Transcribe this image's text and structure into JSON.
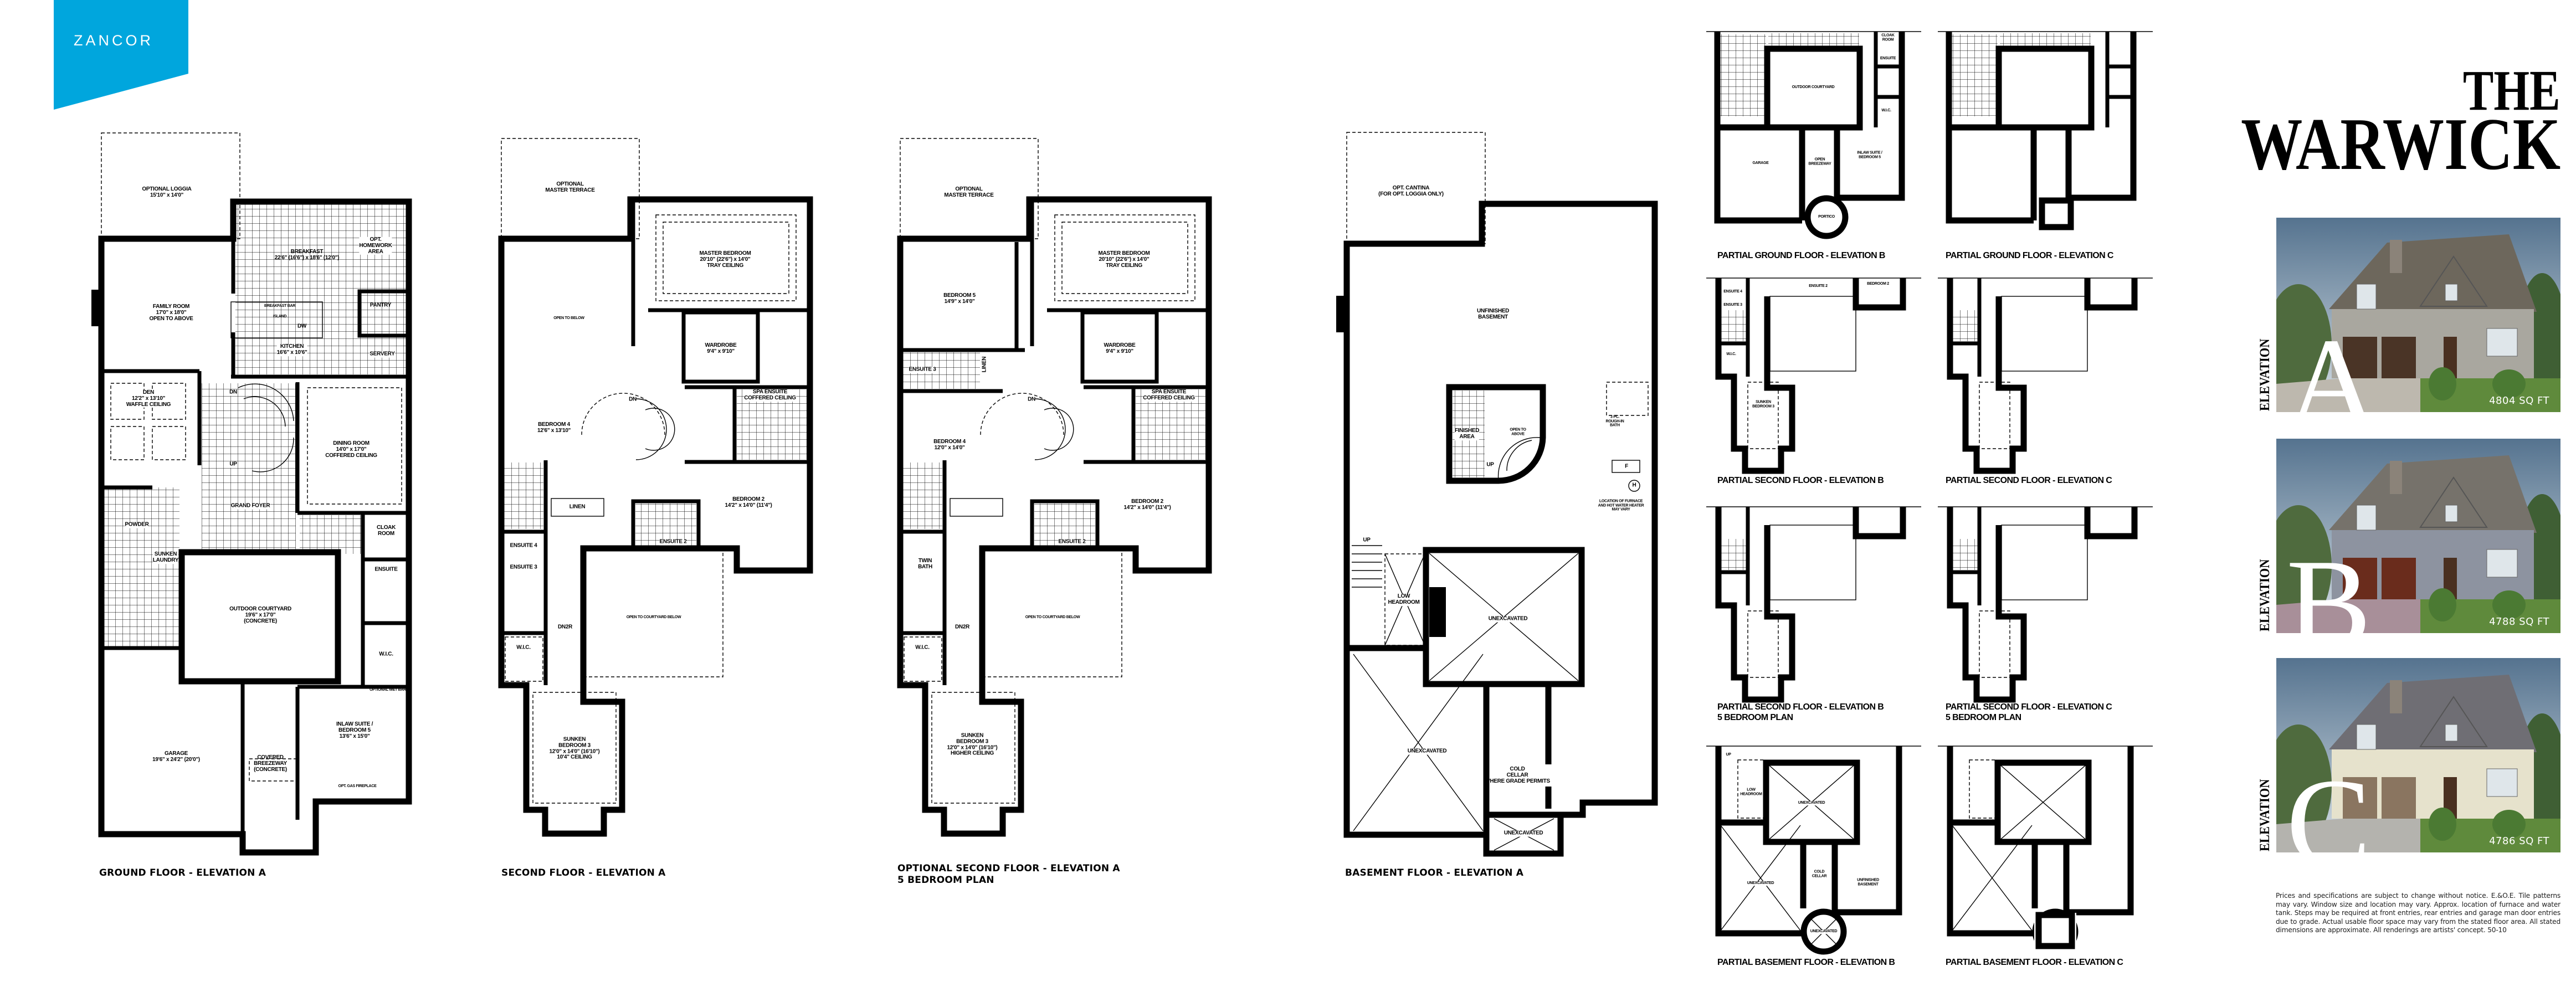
{
  "brand": {
    "logo": "ZANCOR",
    "color": "#00a6dd"
  },
  "title": {
    "line1": "THE",
    "line2": "WARWICK"
  },
  "plans": {
    "ground": {
      "caption": "GROUND FLOOR - ELEVATION A",
      "rooms": [
        "OPTIONAL LOGGIA\n15'10\" x 14'0\"",
        "FAMILY ROOM\n17'0\" x 18'0\"\nOPEN TO ABOVE",
        "BREAKFAST\n22'6\" (16'6\") x 18'6\" (12'0\")",
        "OPT.\nHOMEWORK\nAREA",
        "PANTRY",
        "BREAKFAST BAR",
        "ISLAND",
        "KITCHEN\n16'6\" x 10'6\"",
        "SERVERY",
        "DEN\n12'2\" x 13'10\"\nWAFFLE CEILING",
        "DINING ROOM\n14'0\" x 17'0\"\nCOFFERED CEILING",
        "GRAND FOYER",
        "POWDER",
        "SUNKEN\nLAUNDRY",
        "CLOAK\nROOM",
        "ENSUITE",
        "OUTDOOR COURTYARD\n19'6\" x 17'0\"\n(CONCRETE)",
        "W.I.C.",
        "INLAW SUITE /\nBEDROOM 5\n13'6\" x 15'0\"",
        "GARAGE\n19'6\" x 24'2\" (20'0\")",
        "COVERED\nBREEZEWAY\n(CONCRETE)",
        "DW",
        "DN",
        "UP",
        "OPTIONAL WET BAR",
        "OPT. GAS FIREPLACE"
      ]
    },
    "second": {
      "caption": "SECOND FLOOR - ELEVATION A",
      "rooms": [
        "OPTIONAL\nMASTER TERRACE",
        "MASTER BEDROOM\n20'10\" (22'6\") x 14'0\"\nTRAY CEILING",
        "OPEN TO BELOW",
        "WARDROBE\n9'4\" x 9'10\"",
        "BEDROOM 4\n12'6\" x 13'10\"",
        "SPA ENSUITE\nCOFFERED CEILING",
        "DN",
        "BEDROOM 2\n14'2\" x 14'0\" (11'4\")",
        "LINEN",
        "ENSUITE 4",
        "ENSUITE 3",
        "ENSUITE 2",
        "OPEN TO COURTYARD BELOW",
        "W.I.C.",
        "SUNKEN\nBEDROOM 3\n12'0\" x 14'0\" (16'10\")\n10'4\" CEILING",
        "DN2R"
      ]
    },
    "optional_second": {
      "caption_line1": "OPTIONAL SECOND FLOOR - ELEVATION A",
      "caption_line2": "5 BEDROOM PLAN",
      "rooms": [
        "OPTIONAL\nMASTER TERRACE",
        "MASTER BEDROOM\n20'10\" (22'6\") x 14'0\"\nTRAY CEILING",
        "BEDROOM 5\n14'9\" x 14'0\"",
        "WARDROBE\n9'4\" x 9'10\"",
        "ENSUITE 3",
        "LINEN",
        "SPA ENSUITE\nCOFFERED CEILING",
        "BEDROOM 4\n12'0\" x 14'0\"",
        "BEDROOM 2\n14'2\" x 14'0\" (11'4\")",
        "ENSUITE 2",
        "TWIN\nBATH",
        "OPEN TO COURTYARD BELOW",
        "DN2R",
        "W.I.C.",
        "SUNKEN\nBEDROOM 3\n12'0\" x 14'0\" (16'10\")\nHIGHER CEILING",
        "DN"
      ]
    },
    "basement": {
      "caption": "BASEMENT FLOOR - ELEVATION A",
      "rooms": [
        "OPT. CANTINA\n(FOR OPT. LOGGIA ONLY)",
        "UNFINISHED\nBASEMENT",
        "FINISHED\nAREA",
        "UP",
        "3 PC.\nROUGH-IN\nBATH",
        "F",
        "H",
        "LOCATION OF FURNACE\nAND HOT WATER HEATER\nMAY VARY",
        "UP",
        "LOW\nHEADROOM",
        "UNEXCAVATED",
        "UNEXCAVATED",
        "COLD\nCELLAR\nWHERE GRADE PERMITS",
        "UNEXCAVATED",
        "OPEN TO\nABOVE"
      ]
    }
  },
  "partials": [
    {
      "caption": "PARTIAL GROUND FLOOR - ELEVATION B",
      "rooms": [
        "OUTDOOR COURTYARD",
        "GARAGE",
        "OPEN\nBREEZEWAY",
        "INLAW SUITE /\nBEDROOM 5",
        "PORTICO",
        "W.I.C.",
        "ENSUITE",
        "CLOAK\nROOM"
      ]
    },
    {
      "caption": "PARTIAL GROUND FLOOR - ELEVATION C",
      "rooms": []
    },
    {
      "caption": "PARTIAL SECOND FLOOR - ELEVATION B",
      "rooms": [
        "ENSUITE 4",
        "ENSUITE 3",
        "W.I.C.",
        "ENSUITE 2",
        "BEDROOM 2",
        "SUNKEN\nBEDROOM 3"
      ]
    },
    {
      "caption": "PARTIAL SECOND FLOOR - ELEVATION C",
      "rooms": []
    },
    {
      "caption_line1": "PARTIAL SECOND FLOOR - ELEVATION B",
      "caption_line2": "5 BEDROOM PLAN",
      "rooms": []
    },
    {
      "caption_line1": "PARTIAL SECOND FLOOR - ELEVATION C",
      "caption_line2": "5 BEDROOM PLAN",
      "rooms": []
    },
    {
      "caption": "PARTIAL BASEMENT FLOOR - ELEVATION B",
      "rooms": [
        "UNEXCAVATED",
        "UNEXCAVATED",
        "LOW\nHEADROOM",
        "COLD\nCELLAR",
        "UNFINISHED\nBASEMENT",
        "UNEXCAVATED",
        "UP"
      ]
    },
    {
      "caption": "PARTIAL BASEMENT FLOOR - ELEVATION C",
      "rooms": []
    }
  ],
  "elevations": [
    {
      "label": "ELEVATION",
      "letter": "A",
      "sqft": "4804 SQ FT"
    },
    {
      "label": "ELEVATION",
      "letter": "B",
      "sqft": "4788 SQ FT"
    },
    {
      "label": "ELEVATION",
      "letter": "C",
      "sqft": "4786 SQ FT"
    }
  ],
  "disclaimer": "Prices and specifications are subject to change without notice. E.&O.E. Tile patterns may vary. Window size and location may vary. Approx. location of furnace and water tank. Steps may be required at front entries, rear entries and garage man door entries due to grade. Actual usable floor space may vary from the stated floor area. All stated dimensions are approximate. All renderings are artists' concept. 50-10"
}
